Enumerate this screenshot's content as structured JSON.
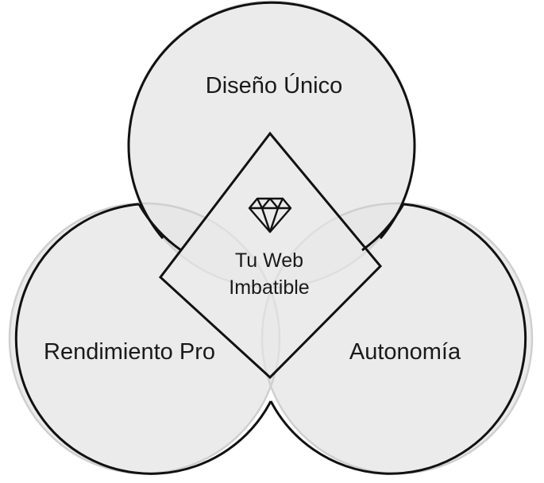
{
  "diagram": {
    "circles": {
      "top": {
        "label": "Diseño Único"
      },
      "left": {
        "label": "Rendimiento Pro"
      },
      "right": {
        "label": "Autonomía"
      }
    },
    "center": {
      "icon": "diamond-gem-icon",
      "line1": "Tu Web",
      "line2": "Imbatible"
    },
    "colors": {
      "circle_fill": "#ececec",
      "stroke": "#111111",
      "text": "#1a1a1a"
    }
  }
}
